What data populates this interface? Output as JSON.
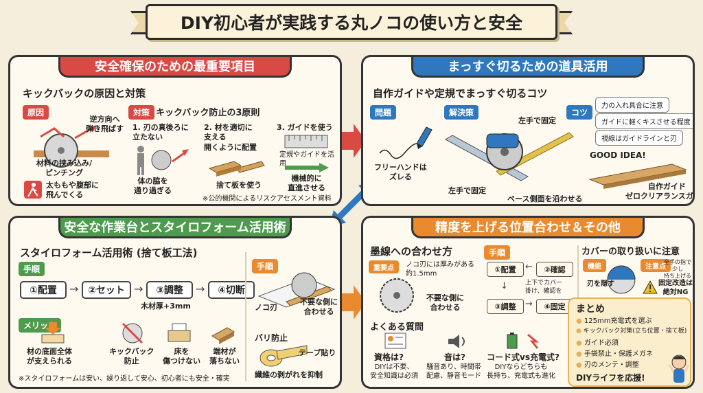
{
  "title": "DIY初心者が実践する丸ノコの使い方と安全",
  "p1": {
    "header": "安全確保のための最重要項目",
    "sub": "キックバックの原因と対策",
    "cause_tag": "原因",
    "cause_kickback": "逆方向へ\n弾き飛ばす",
    "cause_main": "材料の挟み込み/\nピンチング",
    "cause_injury": "太ももや腹部に\n飛んでくる",
    "measure_tag": "対策",
    "measure_title": "キックバック防止の3原則",
    "rule1": "1. 刃の真後ろに\n立たない",
    "rule1_sub": "体の脇を\n通り過ぎる",
    "rule2": "2. 材を適切に\n支える\n開くように配置",
    "rule2_sub": "捨て板を使う",
    "rule3": "3. ガイドを使う",
    "rule3_mid": "定規やガイドを活用",
    "rule3_sub": "機械的に\n直進させる",
    "note": "※公的機関によるリスクアセスメント資料"
  },
  "p2": {
    "header": "まっすぐ切るための道具活用",
    "sub": "自作ガイドや定規でまっすぐ切るコツ",
    "problem_tag": "問題",
    "problem": "フリーハンドは\nズレる",
    "solution_tag": "解決策",
    "left_fix": "左手で固定",
    "left_fix2": "左手で固定",
    "base": "ベース側面を沿わせる",
    "tips_tag": "コツ",
    "tips": [
      "力の入れ具合に注意",
      "ガイドに軽くキスさせる程度",
      "視線はガイドラインと刃"
    ],
    "good_idea": "GOOD IDEA!",
    "guide": "自作ガイド\nゼロクリアランスガイド"
  },
  "p3": {
    "header": "安全な作業台とスタイロフォーム活用術",
    "sub": "スタイロフォーム活用術 (捨て板工法)",
    "steps_tag": "手順",
    "steps": [
      "①配置",
      "②セット",
      "③調整",
      "④切断"
    ],
    "thickness": "木材厚+3mm",
    "merit_tag": "メリット",
    "merits": [
      "材の底面全体\nが支えられる",
      "キックバック\n防止",
      "床を\n傷つけない",
      "端材が\n落ちない"
    ],
    "note": "※スタイロフォームは安い、繰り返して安心、初心者にも安全・確実",
    "steps2_tag": "手順",
    "blade": "ノコ刃",
    "unneeded": "不要な側に\n合わせる",
    "burr_title": "バリ防止",
    "tape": "テープ貼り",
    "fiber": "繊維の剥がれを抑制"
  },
  "p4": {
    "header": "精度を上げる位置合わせ＆その他",
    "ink_title": "墨線への合わせ方",
    "key_tag": "重要点",
    "blade_thickness": "ノコ刃には厚みがある\n約1.5mm",
    "unneeded": "不要な側に\n合わせる",
    "proc_tag": "手順",
    "flow": [
      "①配置",
      "②確認",
      "③調整",
      "④固定"
    ],
    "flow_note": "上下でカバー\n掛け、確認を",
    "faq_title": "よくある質問",
    "faq": [
      {
        "q": "資格は?",
        "a": "DIYは不要、\n安全知識は必須"
      },
      {
        "q": "音は?",
        "a": "騒音あり、時間帯\n配慮、静音モード"
      },
      {
        "q": "コード式vs充電式?",
        "a": "DIYならどちらも\n長持ち、充電式も進化"
      }
    ],
    "cover_title": "カバーの取り扱いに注意",
    "func_tag": "機能",
    "func": "刃を隠す",
    "caution_tag": "注意点",
    "caution1": "全手の指で\n少し\n持ち上げる",
    "caution2": "固定改造は\n絶対NG",
    "summary_title": "まとめ",
    "summary": [
      "125mm充電式を選ぶ",
      "キックバック対策(立ち位置・捨て板)",
      "ガイド必須",
      "手袋禁止・保護メガネ",
      "刃のメンテ・調整"
    ],
    "support": "DIYライフを応援!"
  }
}
